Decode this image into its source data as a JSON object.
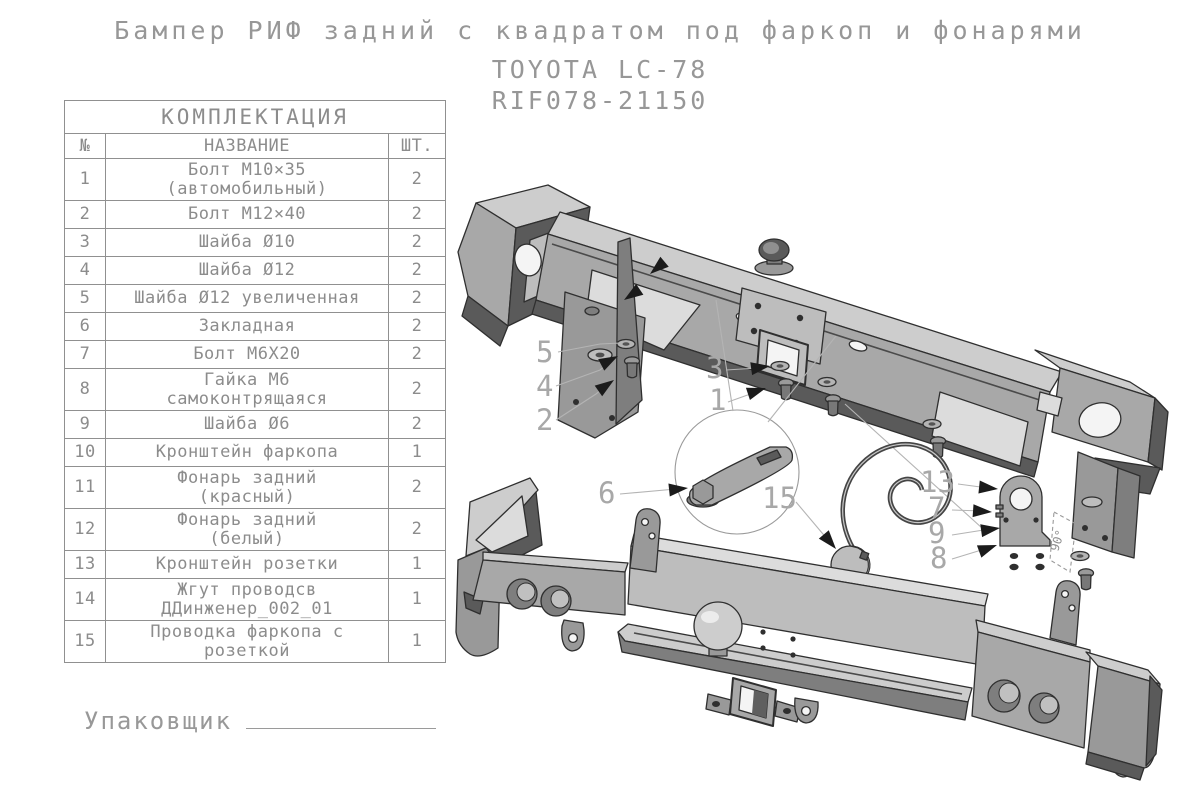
{
  "header": {
    "title": "Бампер РИФ задний с квадратом под фаркоп и фонарями",
    "model": "TOYOTA LC-78",
    "part_number": "RIF078-21150"
  },
  "parts_table": {
    "title": "КОМПЛЕКТАЦИЯ",
    "columns": {
      "num": "№",
      "name": "НАЗВАНИЕ",
      "qty": "ШТ."
    },
    "rows": [
      {
        "num": "1",
        "name": "Болт М10×35\n(автомобильный)",
        "qty": "2"
      },
      {
        "num": "2",
        "name": "Болт М12×40",
        "qty": "2"
      },
      {
        "num": "3",
        "name": "Шайба Ø10",
        "qty": "2"
      },
      {
        "num": "4",
        "name": "Шайба Ø12",
        "qty": "2"
      },
      {
        "num": "5",
        "name": "Шайба Ø12 увеличенная",
        "qty": "2"
      },
      {
        "num": "6",
        "name": "Закладная",
        "qty": "2"
      },
      {
        "num": "7",
        "name": "Болт М6Х20",
        "qty": "2"
      },
      {
        "num": "8",
        "name": "Гайка М6\nсамоконтрящаяся",
        "qty": "2"
      },
      {
        "num": "9",
        "name": "Шайба Ø6",
        "qty": "2"
      },
      {
        "num": "10",
        "name": "Кронштейн фаркопа",
        "qty": "1"
      },
      {
        "num": "11",
        "name": "Фонарь задний\n(красный)",
        "qty": "2"
      },
      {
        "num": "12",
        "name": "Фонарь задний\n(белый)",
        "qty": "2"
      },
      {
        "num": "13",
        "name": "Кронштейн розетки",
        "qty": "1"
      },
      {
        "num": "14",
        "name": "Жгут проводсв\nДДинженер_002_01",
        "qty": "1"
      },
      {
        "num": "15",
        "name": "Проводка фаркопа с\nрозеткой",
        "qty": "1"
      }
    ]
  },
  "footer": {
    "packer_label": "Упаковщик"
  },
  "diagram": {
    "callouts": {
      "c1": "1",
      "c2": "2",
      "c3": "3",
      "c4": "4",
      "c5": "5",
      "c6": "6",
      "c7": "7",
      "c8": "8",
      "c9": "9",
      "c13": "13",
      "c15": "15"
    },
    "angle_note": "90°"
  },
  "colors": {
    "outline": "#2f2f2f",
    "face_light": "#cdcdcd",
    "face_mid": "#a8a8a8",
    "face_dark": "#7e7e7e",
    "face_shadow": "#5a5a5a",
    "text": "#8c8c8c",
    "callout": "#a8a8a8",
    "leader": "#b4b4b4"
  }
}
